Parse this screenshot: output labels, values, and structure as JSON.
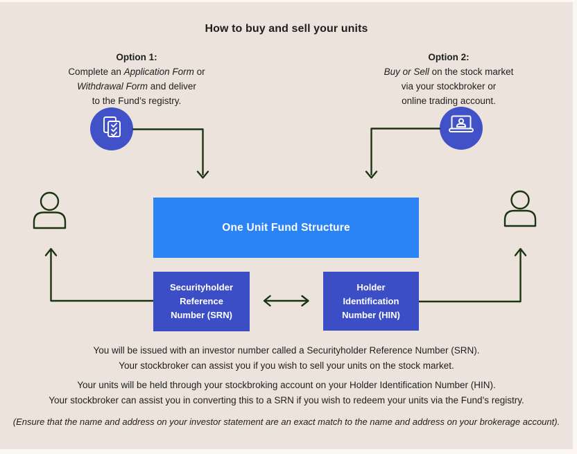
{
  "title": "How to buy and sell your units",
  "option1": {
    "heading": "Option 1:",
    "line1_pre": "Complete an ",
    "line1_italic": "Application Form",
    "line1_post": " or",
    "line2_italic": "Withdrawal Form",
    "line2_post": " and deliver",
    "line3": "to the Fund’s registry.",
    "icon": "documents-checklist-icon"
  },
  "option2": {
    "heading": "Option 2:",
    "line1_italic": "Buy or Sell",
    "line1_post": " on the stock market",
    "line2": "via your stockbroker or",
    "line3": "online trading account.",
    "icon": "laptop-user-icon"
  },
  "fund_box_label": "One Unit Fund Structure",
  "srn_box": {
    "line1": "Securityholder",
    "line2": "Reference",
    "line3": "Number (SRN)"
  },
  "hin_box": {
    "line1": "Holder",
    "line2": "Identification",
    "line3": "Number (HIN)"
  },
  "note1_line1": "You will be issued with an investor number called a Securityholder Reference Number (SRN).",
  "note1_line2": "Your stockbroker can assist you if you wish to sell your units on the stock market.",
  "note2_line1": "Your units will be held through your stockbroking account on your Holder Identification Number (HIN).",
  "note2_line2": "Your stockbroker can assist you in converting this to a SRN if you wish to redeem your units via the Fund’s registry.",
  "note3": "(Ensure that the name and address on your investor statement are an exact match to the name and address on your brokerage account).",
  "colors": {
    "page_background": "#fbf8f4",
    "card_background": "#ece4dc",
    "fund_box_blue": "#2b84f6",
    "number_box_indigo": "#3c4ec5",
    "icon_circle_indigo": "#4152c9",
    "line_dark_green": "#1c3312",
    "text_dark": "#1e1e1c"
  }
}
